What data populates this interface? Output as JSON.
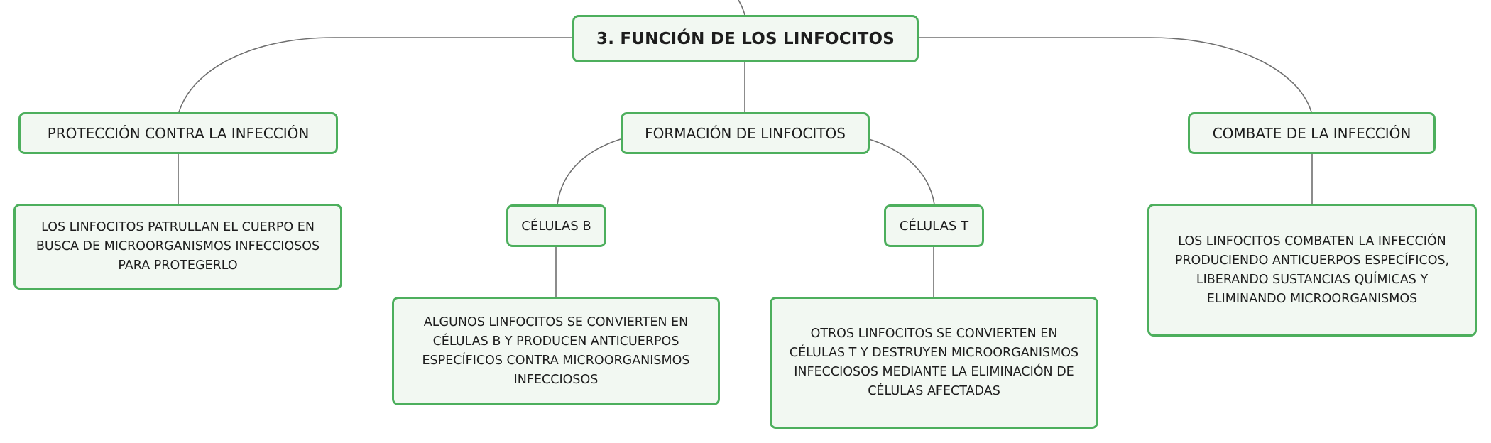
{
  "root": {
    "title": "3. FUNCIÓN DE LOS LINFOCITOS"
  },
  "branches": {
    "proteccion": {
      "label": "PROTECCIÓN CONTRA LA INFECCIÓN",
      "detail": "LOS LINFOCITOS PATRULLAN EL CUERPO EN BUSCA DE MICROORGANISMOS INFECCIOSOS PARA PROTEGERLO"
    },
    "formacion": {
      "label": "FORMACIÓN DE LINFOCITOS",
      "celulas_b": {
        "label": "CÉLULAS B",
        "detail": "ALGUNOS LINFOCITOS SE CONVIERTEN EN CÉLULAS B Y PRODUCEN ANTICUERPOS ESPECÍFICOS CONTRA MICROORGANISMOS INFECCIOSOS"
      },
      "celulas_t": {
        "label": "CÉLULAS T",
        "detail": "OTROS LINFOCITOS SE CONVIERTEN EN CÉLULAS T Y DESTRUYEN MICROORGANISMOS INFECCIOSOS MEDIANTE LA ELIMINACIÓN DE CÉLULAS AFECTADAS"
      }
    },
    "combate": {
      "label": "COMBATE DE LA INFECCIÓN",
      "detail": "LOS LINFOCITOS COMBATEN LA INFECCIÓN PRODUCIENDO ANTICUERPOS ESPECÍFICOS, LIBERANDO SUSTANCIAS QUÍMICAS Y ELIMINANDO MICROORGANISMOS"
    }
  },
  "colors": {
    "node_border": "#4daf5d",
    "node_fill": "#f2f8f2",
    "connector": "#6f6f6f",
    "text": "#1d1d1d"
  }
}
